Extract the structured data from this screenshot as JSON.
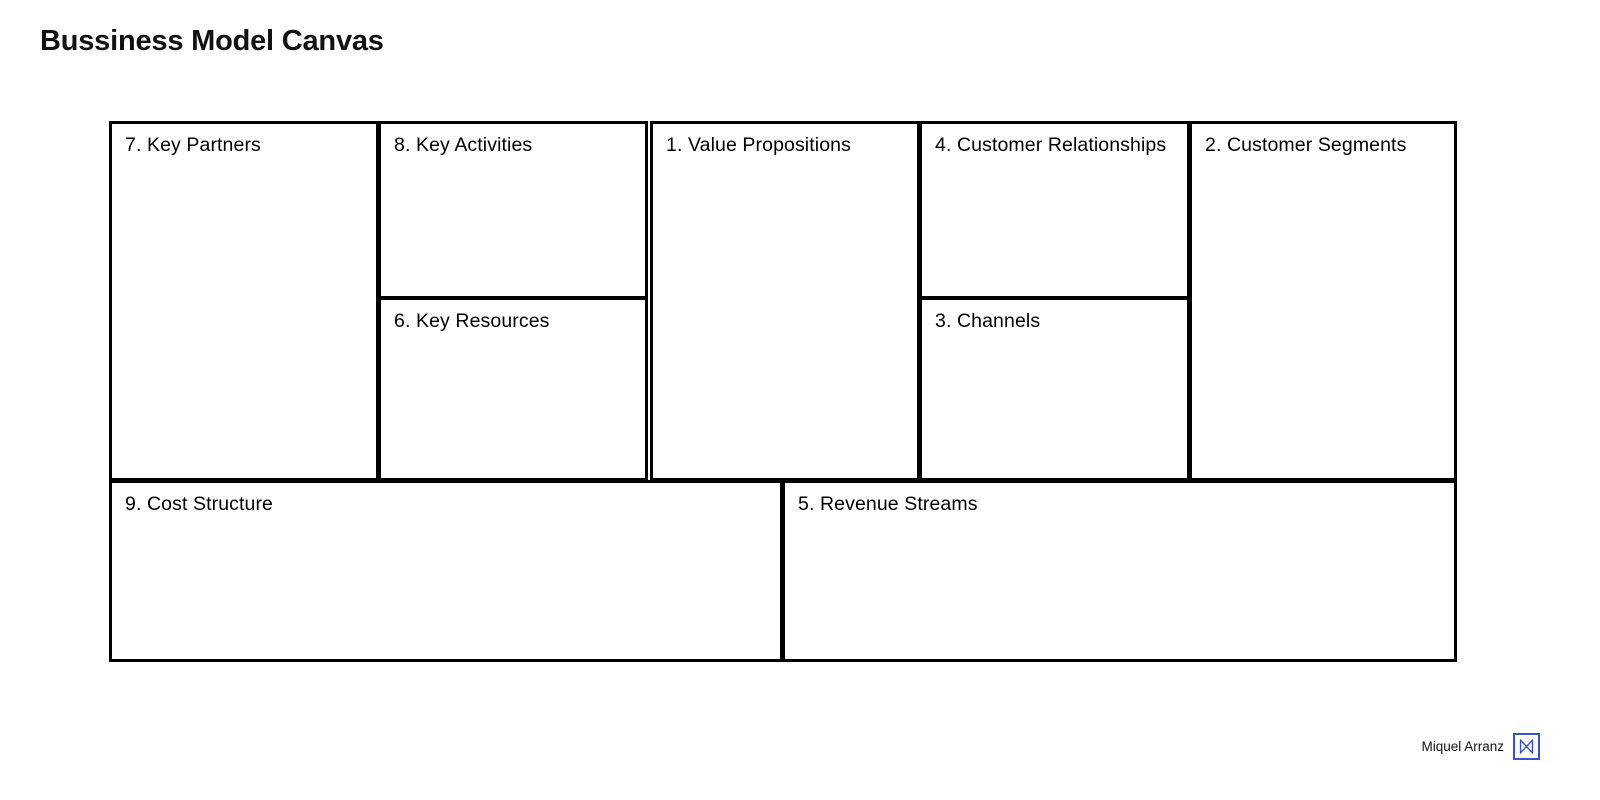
{
  "page": {
    "title": "Bussiness Model Canvas",
    "background_color": "#ffffff",
    "border_color": "#000000"
  },
  "canvas": {
    "name": "business-model-canvas",
    "blocks": [
      {
        "key": "key-partners",
        "number": "7",
        "label": "7. Key Partners",
        "content": ""
      },
      {
        "key": "key-activities",
        "number": "8",
        "label": "8. Key Activities",
        "content": ""
      },
      {
        "key": "key-resources",
        "number": "6",
        "label": "6. Key Resources",
        "content": ""
      },
      {
        "key": "value-propositions",
        "number": "1",
        "label": "1. Value Propositions",
        "content": ""
      },
      {
        "key": "customer-relationships",
        "number": "4",
        "label": "4. Customer Relationships",
        "content": ""
      },
      {
        "key": "channels",
        "number": "3",
        "label": "3. Channels",
        "content": ""
      },
      {
        "key": "customer-segments",
        "number": "2",
        "label": "2. Customer Segments",
        "content": ""
      },
      {
        "key": "cost-structure",
        "number": "9",
        "label": "9. Cost Structure",
        "content": ""
      },
      {
        "key": "revenue-streams",
        "number": "5",
        "label": "5. Revenue Streams",
        "content": ""
      }
    ]
  },
  "footer": {
    "author": "Miquel Arranz",
    "logo_icon": "monogram-logo-icon",
    "logo_color": "#3a53c4"
  }
}
